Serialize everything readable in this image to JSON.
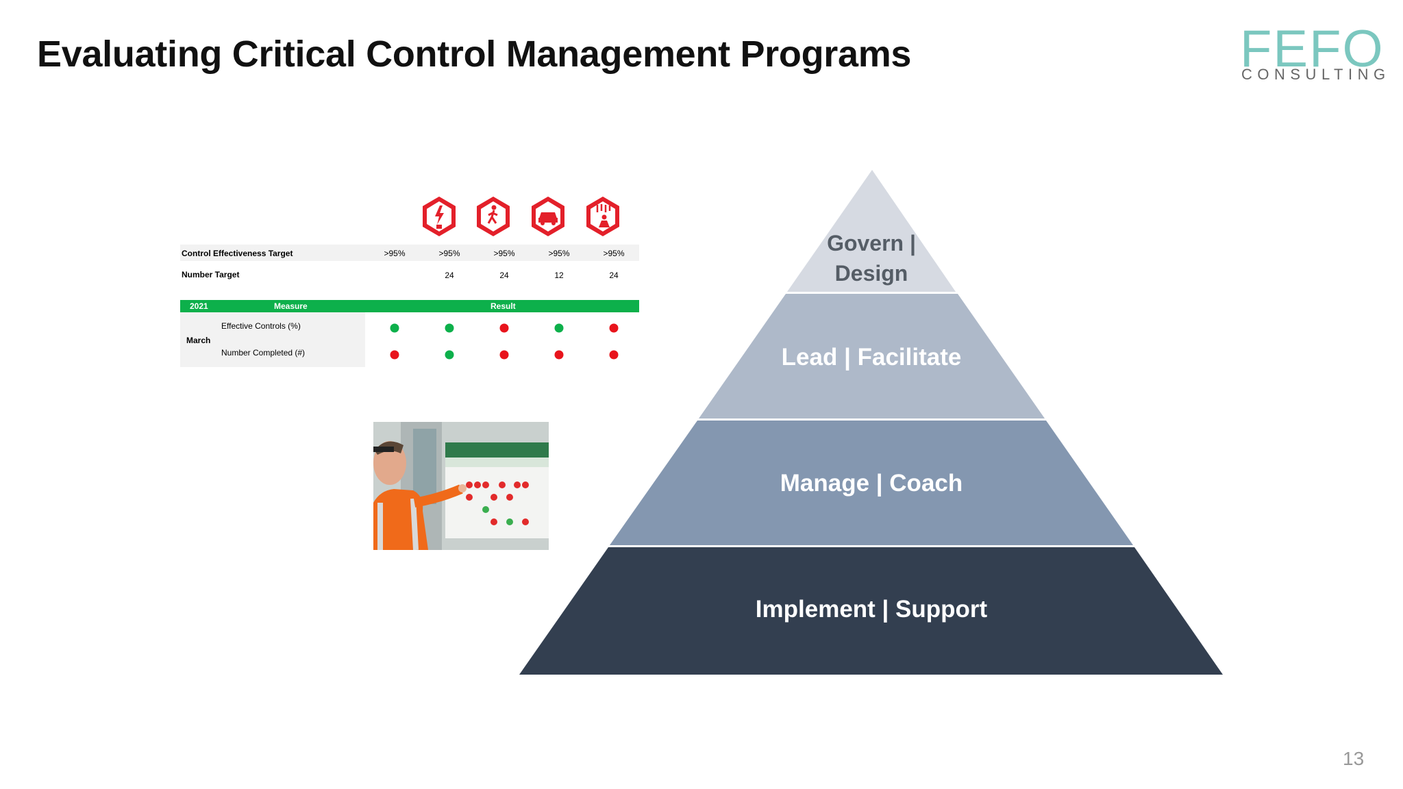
{
  "slide": {
    "title": "Evaluating Critical Control Management Programs",
    "page_number": "13"
  },
  "logo": {
    "main": "FEFO",
    "sub": "CONSULTING"
  },
  "dashboard": {
    "icons": [
      "electrical-hazard-icon",
      "pedestrian-hazard-icon",
      "vehicle-hazard-icon",
      "falling-object-hazard-icon"
    ],
    "target_row": {
      "label": "Control Effectiveness Target",
      "values": [
        ">95%",
        ">95%",
        ">95%",
        ">95%",
        ">95%"
      ]
    },
    "number_row": {
      "label": "Number Target",
      "values": [
        "24",
        "24",
        "12",
        "24"
      ]
    },
    "header": {
      "year": "2021",
      "measure": "Measure",
      "result": "Result"
    },
    "month": "March",
    "measures": [
      {
        "label": "Effective Controls (%)",
        "status": [
          "green",
          "green",
          "red",
          "green",
          "red"
        ]
      },
      {
        "label": "Number Completed (#)",
        "status": [
          "red",
          "green",
          "red",
          "red",
          "red"
        ]
      }
    ],
    "colors": {
      "green": "#0db04b",
      "red": "#e8141c",
      "icon_red": "#e3202a"
    }
  },
  "pyramid": {
    "tiers": [
      {
        "label_line1": "Govern |",
        "label_line2": "Design",
        "color": "#d6dae2"
      },
      {
        "label": "Lead | Facilitate",
        "color": "#aeb9c9"
      },
      {
        "label": "Manage | Coach",
        "color": "#8497b0"
      },
      {
        "label": "Implement | Support",
        "color": "#333f50"
      }
    ]
  }
}
